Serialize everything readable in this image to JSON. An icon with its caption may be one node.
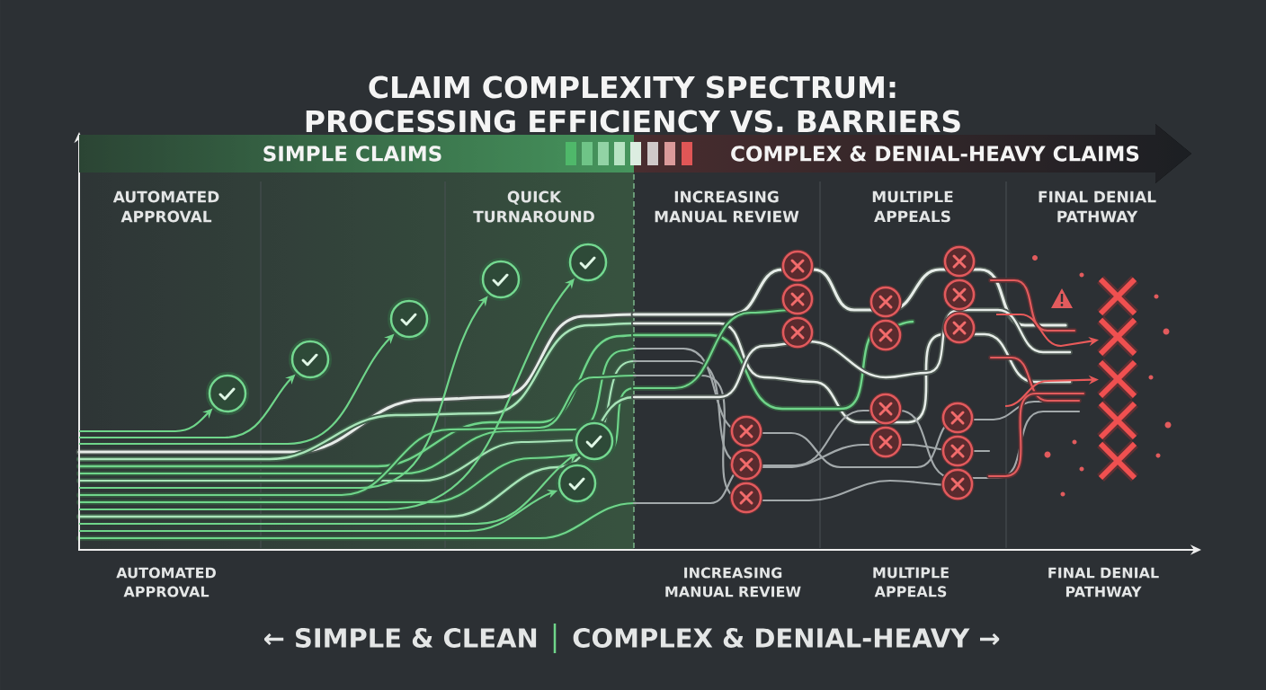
{
  "diagram": {
    "title": "CLAIM COMPLEXITY SPECTRUM: PROCESSING EFFICIENCY VS. BARRIERS",
    "nodes": [
      {
        "text": [
          "SIMPLE CLAIMS"
        ]
      },
      {
        "text": [
          "COMPLEX & DENIAL-HEAVY CLAIMS"
        ]
      },
      {
        "text": [],
        "shape": "circle"
      },
      {
        "text": [],
        "shape": "circle"
      },
      {
        "text": [],
        "shape": "circle"
      },
      {
        "text": [],
        "shape": "circle"
      },
      {
        "text": [],
        "shape": "circle"
      },
      {
        "text": [],
        "shape": "circle"
      },
      {
        "text": [],
        "shape": "circle"
      },
      {
        "text": [],
        "shape": "circle"
      },
      {
        "text": [],
        "shape": "circle"
      },
      {
        "text": [],
        "shape": "circle"
      },
      {
        "text": [],
        "shape": "circle"
      },
      {
        "text": [],
        "shape": "circle"
      },
      {
        "text": [],
        "shape": "circle"
      },
      {
        "text": [],
        "shape": "circle"
      },
      {
        "text": [],
        "shape": "circle"
      },
      {
        "text": [],
        "shape": "circle"
      },
      {
        "text": [],
        "shape": "circle"
      },
      {
        "text": [],
        "shape": "circle"
      },
      {
        "text": [],
        "shape": "circle"
      },
      {
        "text": [],
        "shape": "circle"
      },
      {
        "text": [],
        "shape": "circle"
      },
      {
        "text": [],
        "shape": "circle"
      },
      {
        "text": [],
        "shape": "circle"
      },
      {
        "text": [],
        "shape": "cross"
      },
      {
        "text": [],
        "shape": "cross"
      },
      {
        "text": [],
        "shape": "cross"
      },
      {
        "text": [],
        "shape": "cross"
      },
      {
        "text": [],
        "shape": "cross"
      }
    ],
    "edges": [
      {
        "from": null,
        "to": 2,
        "arrow": "to"
      },
      {
        "from": null,
        "to": 3,
        "arrow": "to"
      },
      {
        "from": null,
        "to": 4,
        "arrow": "to"
      },
      {
        "from": null,
        "to": 5,
        "arrow": "to"
      },
      {
        "from": null,
        "to": 6,
        "arrow": "to"
      },
      {
        "from": null,
        "to": 7,
        "arrow": "to"
      },
      {
        "from": null,
        "to": 8,
        "arrow": "to"
      },
      {
        "from": null,
        "to": 26,
        "arrow": "to",
        "color": "#e85a5a"
      },
      {
        "from": null,
        "to": 27,
        "arrow": "to",
        "color": "#e85a5a"
      }
    ],
    "labels": [
      "AUTOMATED APPROVAL",
      "QUICK TURNAROUND",
      "INCREASING MANUAL REVIEW",
      "MULTIPLE APPEALS",
      "FINAL DENIAL PATHWAY",
      "AUTOMATED APPROVAL",
      "INCREASING MANUAL REVIEW",
      "MULTIPLE APPEALS",
      "FINAL DENIAL PATHWAY",
      "← SIMPLE & CLEAN",
      "COMPLEX & DENIAL-HEAVY →"
    ]
  }
}
